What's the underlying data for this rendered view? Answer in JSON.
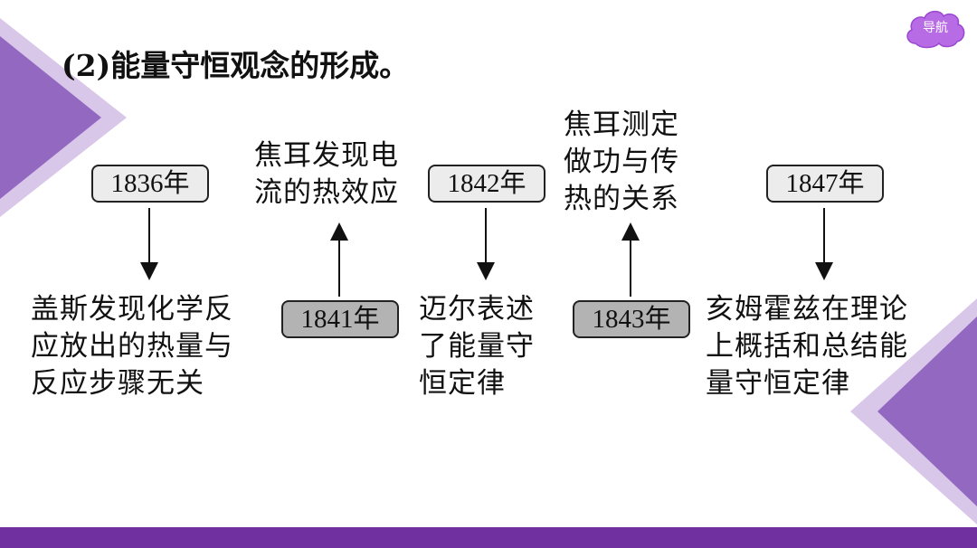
{
  "title": "(2)能量守恒观念的形成。",
  "nav": {
    "label": "导航",
    "color": "#b76ce6"
  },
  "colors": {
    "accent": "#7030a0",
    "triangle_light": "#d9c7e9",
    "triangle_dark": "#9268c0"
  },
  "timeline": {
    "top": [
      {
        "year": "1836年",
        "event": "盖斯发现化学反\n应放出的热量与\n反应步骤无关"
      },
      {
        "year": "1842年",
        "event": "迈尔表述\n了能量守\n恒定律"
      },
      {
        "year": "1847年",
        "event": "亥姆霍兹在理论\n上概括和总结能\n量守恒定律"
      }
    ],
    "bottom": [
      {
        "year": "1841年",
        "event": "焦耳发现电\n流的热效应"
      },
      {
        "year": "1843年",
        "event": "焦耳测定\n做功与传\n热的关系"
      }
    ]
  }
}
